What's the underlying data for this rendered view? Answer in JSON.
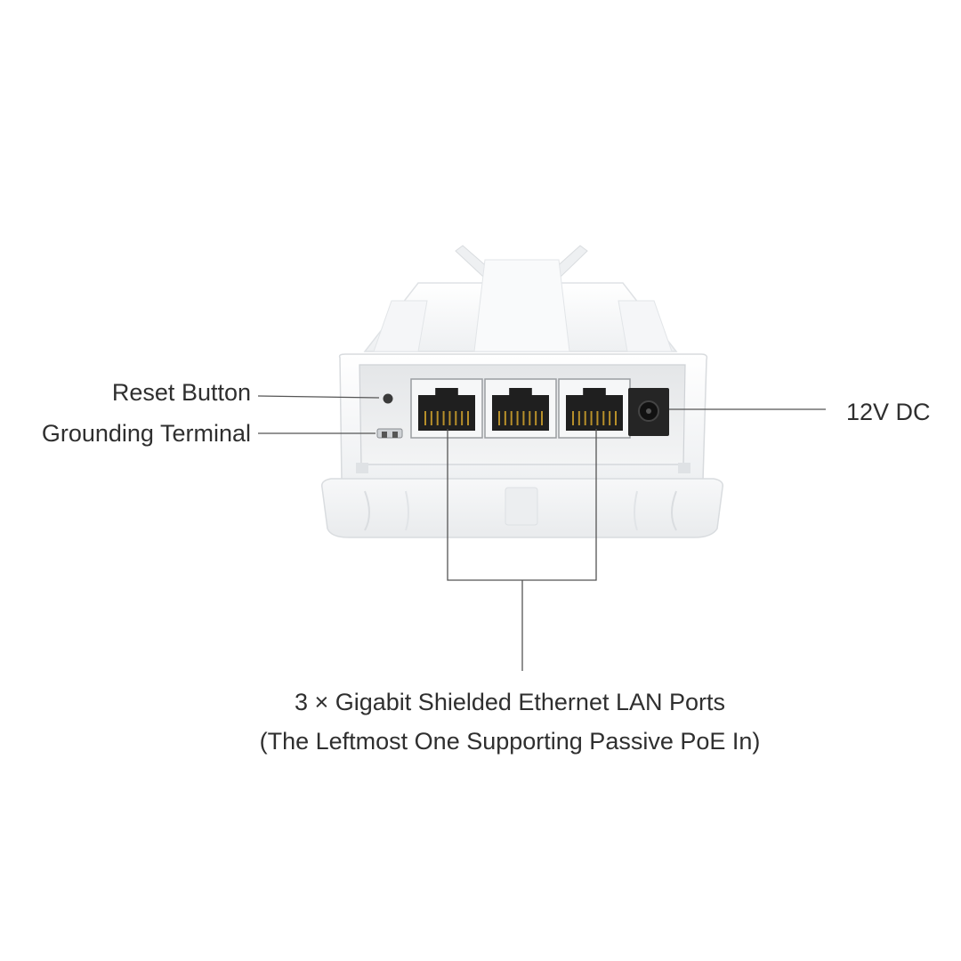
{
  "callouts": {
    "reset_button": "Reset Button",
    "grounding_terminal": "Grounding Terminal",
    "dc_power": "12V DC",
    "lan_ports_line1": "3 × Gigabit Shielded Ethernet LAN Ports",
    "lan_ports_line2": "(The Leftmost One Supporting Passive PoE In)"
  },
  "device": {
    "lan_port_count": 3,
    "body_color": "#f4f6f7",
    "panel_color": "#ecedee",
    "port_color": "#1f1f1f",
    "pin_color": "#b8902a",
    "leader_line_color": "#555555"
  }
}
